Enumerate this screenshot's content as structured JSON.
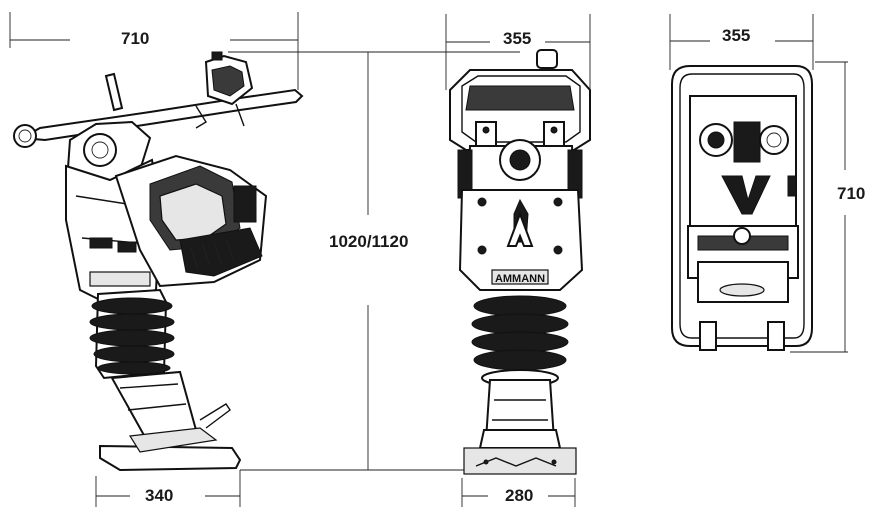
{
  "diagram": {
    "dimensions": {
      "side_width": "710",
      "front_width": "355",
      "top_width": "355",
      "height": "1020/1120",
      "top_depth": "710",
      "side_foot": "340",
      "front_foot": "280"
    },
    "logo_text": "AMMANN"
  }
}
